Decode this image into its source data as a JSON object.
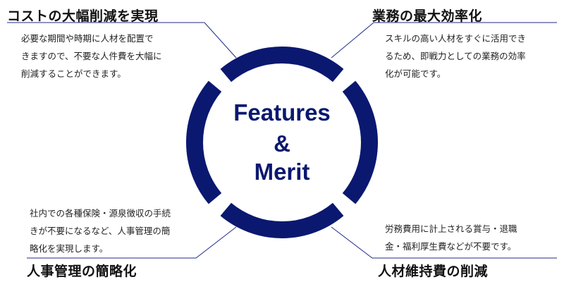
{
  "center": {
    "line1": "Features",
    "line2": "&",
    "line3": "Merit"
  },
  "colors": {
    "ring": "#0a1870",
    "connector": "#1e2a8a",
    "center_text": "#0a1870"
  },
  "features": {
    "top_left": {
      "title": "コストの大幅削減を実現",
      "lines": [
        "必要な期間や時期に人材を配置で",
        "きますので、不要な人件費を大幅に",
        "削減することができます。"
      ]
    },
    "top_right": {
      "title": "業務の最大効率化",
      "lines": [
        "スキルの高い人材をすぐに活用でき",
        "るため、即戦力としての業務の効率",
        "化が可能です。"
      ]
    },
    "bottom_left": {
      "title": "人事管理の簡略化",
      "lines": [
        "社内での各種保険・源泉徴収の手続",
        "きが不要になるなど、人事管理の簡",
        "略化を実現します。"
      ]
    },
    "bottom_right": {
      "title": "人材維持費の削減",
      "lines": [
        "労務費用に計上される賞与・退職",
        "金・福利厚生費などが不要です。"
      ]
    }
  }
}
